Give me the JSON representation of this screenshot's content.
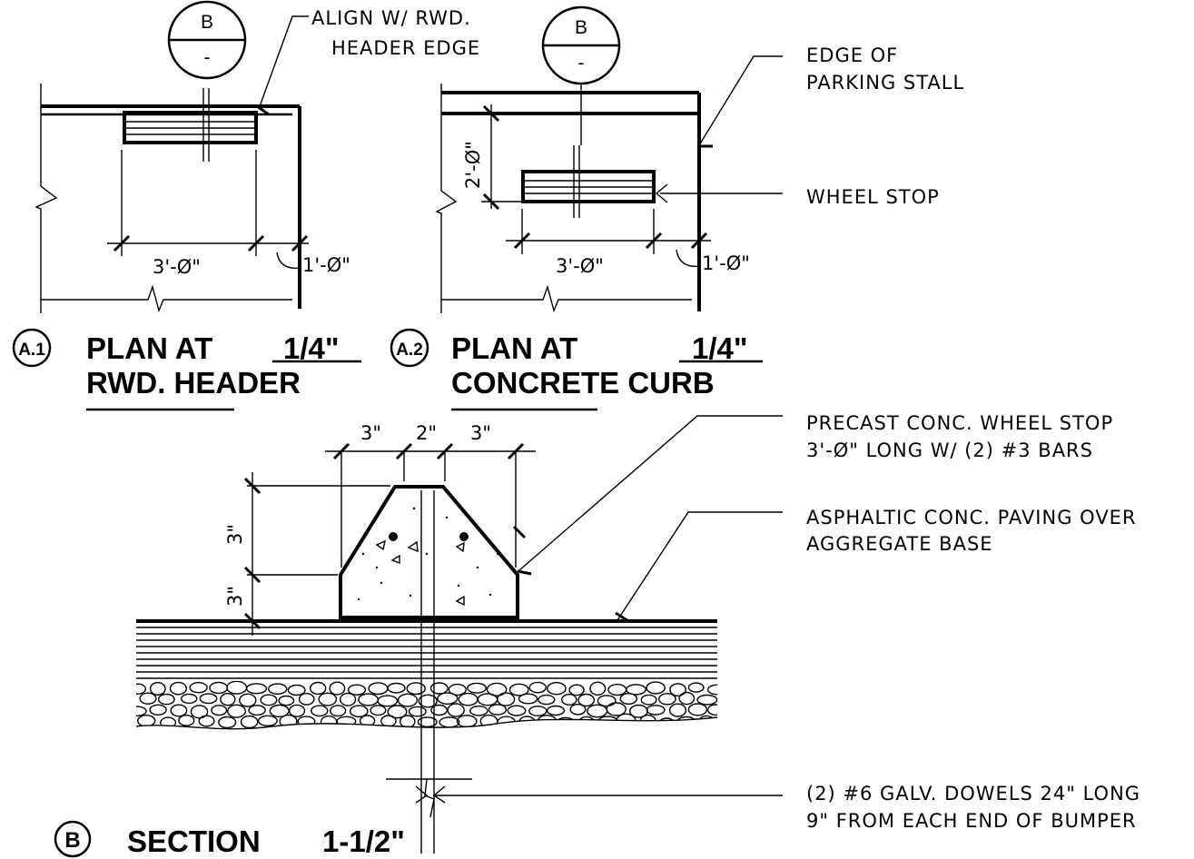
{
  "detail_plan_a1": {
    "bubble_id": "A.1",
    "title_line1": "PLAN AT",
    "title_line2": "RWD. HEADER",
    "scale": "1/4\"",
    "section_marker": {
      "top": "B",
      "bottom": "-"
    },
    "dim_length": "3'-Ø\"",
    "dim_offset": "1'-Ø\"",
    "callout_align": [
      "ALIGN W/ RWD.",
      "HEADER EDGE"
    ]
  },
  "detail_plan_a2": {
    "bubble_id": "A.2",
    "title_line1": "PLAN AT",
    "title_line2": "CONCRETE CURB",
    "scale": "1/4\"",
    "section_marker": {
      "top": "B",
      "bottom": "-"
    },
    "dim_length": "3'-Ø\"",
    "dim_offset": "1'-Ø\"",
    "dim_setback": "2'-Ø\"",
    "callout_edge": [
      "EDGE OF",
      "PARKING STALL"
    ],
    "callout_wheel_stop": "WHEEL STOP"
  },
  "detail_section_b": {
    "bubble_id": "B",
    "title": "SECTION",
    "scale": "1-1/2\"",
    "dim_top": [
      "3\"",
      "2\"",
      "3\""
    ],
    "dim_height": [
      "3\"",
      "3\""
    ],
    "callout_precast": [
      "PRECAST CONC. WHEEL STOP",
      "3'-Ø\" LONG W/ (2) #3 BARS"
    ],
    "callout_paving": [
      "ASPHALTIC CONC. PAVING OVER",
      "AGGREGATE BASE"
    ],
    "callout_dowels": [
      "(2) #6 GALV. DOWELS 24\" LONG",
      "9\" FROM EACH END OF BUMPER"
    ]
  }
}
